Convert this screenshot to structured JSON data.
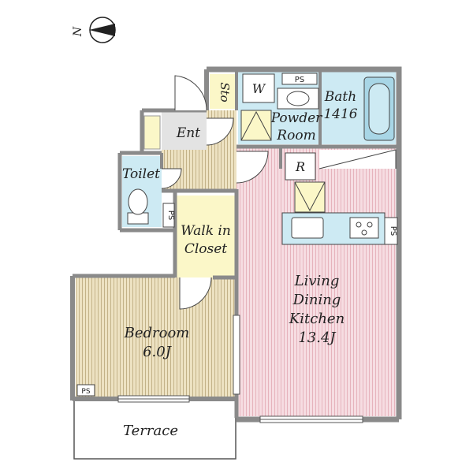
{
  "compass": {
    "north_label": "N",
    "icon": "compass-icon"
  },
  "rooms": {
    "entrance": "Ent",
    "storage": "Sto",
    "toilet": "Toilet",
    "walk_in_closet_line1": "Walk in",
    "walk_in_closet_line2": "Closet",
    "washer": "W",
    "powder_room_line1": "Powder",
    "powder_room_line2": "Room",
    "bath_line1": "Bath",
    "bath_line2": "1416",
    "refrigerator": "R",
    "ldk_line1": "Living",
    "ldk_line2": "Dining",
    "ldk_line3": "Kitchen",
    "ldk_size": "13.4J",
    "bedroom_line1": "Bedroom",
    "bedroom_line2": "6.0J",
    "terrace": "Terrace"
  },
  "pipe_spaces": [
    "PS",
    "PS",
    "PS",
    "PS"
  ],
  "colors": {
    "wall": "#8a8a8a",
    "wood_floor": "#ede2c2",
    "wood_line": "#b9a67a",
    "ldk_floor": "#f6dde2",
    "ldk_line": "#e3a9b3",
    "wet_area": "#cdeaf3",
    "closet": "#fbf7c8",
    "entrance_tile": "#e3e3e3",
    "bath_fixture": "#a8d6e6"
  }
}
